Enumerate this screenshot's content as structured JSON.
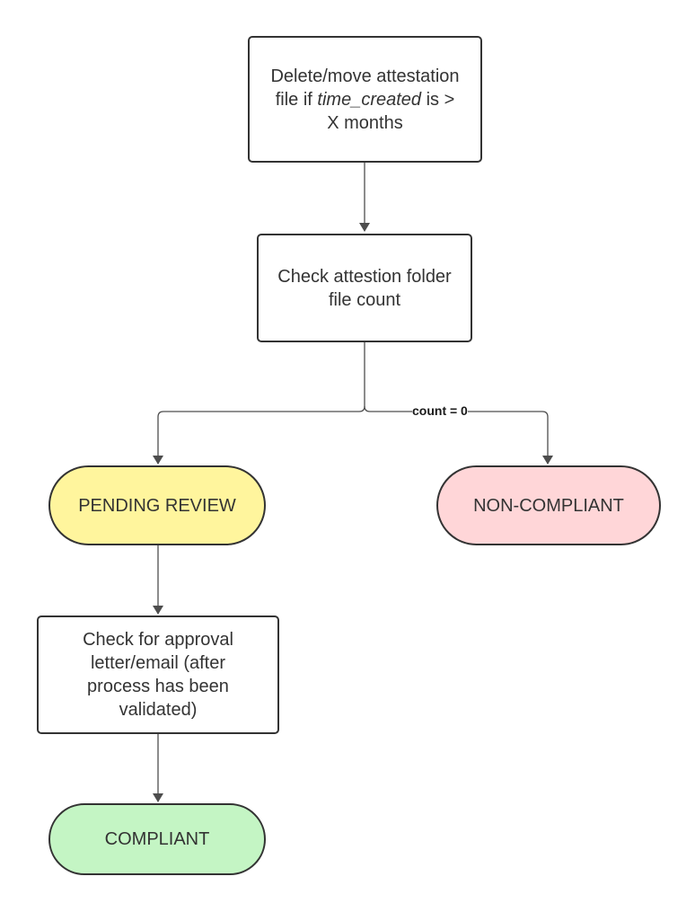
{
  "nodes": {
    "delete_move": {
      "line1": "Delete/move attestation",
      "line2_prefix": "file if ",
      "line2_italic": "time_created",
      "line2_suffix": " is >",
      "line3": "X months"
    },
    "check_count": {
      "line1": "Check attestion folder",
      "line2": "file count"
    },
    "pending_review": {
      "label": "PENDING REVIEW",
      "fill": "#fff59d"
    },
    "non_compliant": {
      "label": "NON-COMPLIANT",
      "fill": "#ffd6d8"
    },
    "check_approval": {
      "line1": "Check for approval",
      "line2": "letter/email (after",
      "line3": "process has been",
      "line4": "validated)"
    },
    "compliant": {
      "label": "COMPLIANT",
      "fill": "#c4f5c4"
    }
  },
  "edges": {
    "count_zero_label": "count = 0"
  },
  "colors": {
    "stroke": "#333333",
    "connector": "#4d4d4d",
    "text": "#333333"
  }
}
